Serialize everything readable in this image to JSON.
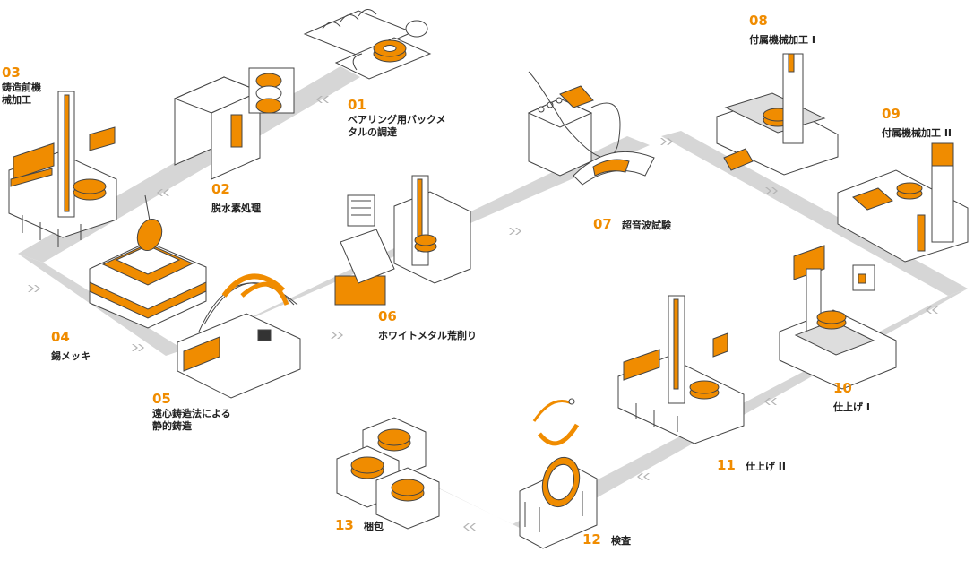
{
  "colors": {
    "accent": "#f08c00",
    "path": "#d6d6d6",
    "chevron": "#b4b4b4",
    "outline": "#444444"
  },
  "steps": [
    {
      "num": "01",
      "label": "ベアリング用バックメタルの調達",
      "icon": "metal-blanks-icon"
    },
    {
      "num": "02",
      "label": "脱水素処理",
      "icon": "dehydrogenation-furnace-icon"
    },
    {
      "num": "03",
      "label": "鋳造前機械加工",
      "icon": "machining-center-icon"
    },
    {
      "num": "04",
      "label": "錫メッキ",
      "icon": "tin-plating-bath-icon"
    },
    {
      "num": "05",
      "label": "遠心鋳造法による静的鋳造",
      "icon": "centrifugal-casting-machine-icon"
    },
    {
      "num": "06",
      "label": "ホワイトメタル荒削り",
      "icon": "rough-cutting-lathe-icon"
    },
    {
      "num": "07",
      "label": "超音波試験",
      "icon": "ultrasonic-tester-icon"
    },
    {
      "num": "08",
      "label": "付属機械加工 I",
      "icon": "milling-machine-icon"
    },
    {
      "num": "09",
      "label": "付属機械加工 II",
      "icon": "drilling-machine-icon"
    },
    {
      "num": "10",
      "label": "仕上げ I",
      "icon": "finishing-machine-icon"
    },
    {
      "num": "11",
      "label": "仕上げ II",
      "icon": "finishing-lathe-icon"
    },
    {
      "num": "12",
      "label": "検査",
      "icon": "inspection-stand-icon"
    },
    {
      "num": "13",
      "label": "梱包",
      "icon": "packaging-crates-icon"
    }
  ]
}
